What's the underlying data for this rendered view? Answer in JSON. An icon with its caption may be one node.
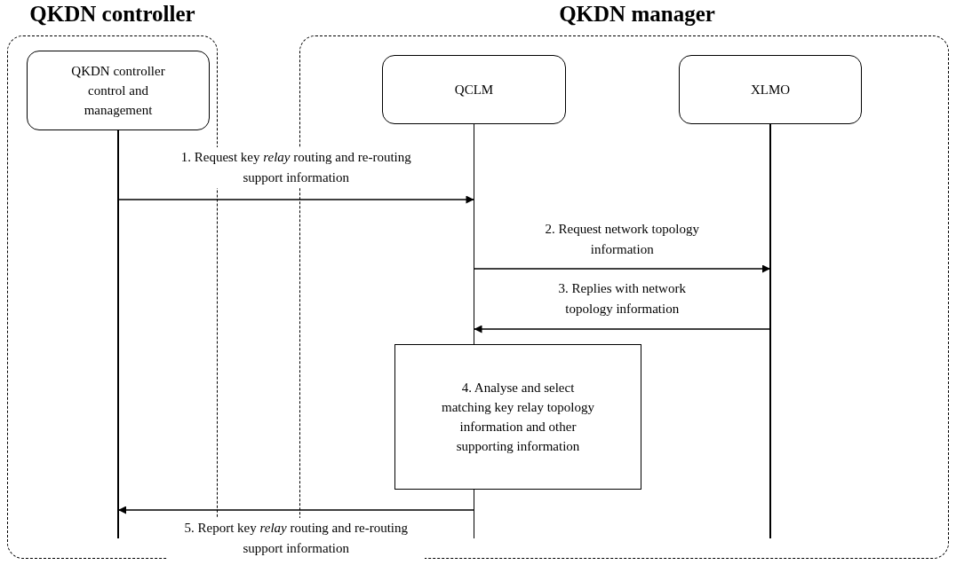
{
  "diagram": {
    "nodes": [
      {
        "text": [
          "QKDN controller"
        ]
      },
      {
        "text": [
          "QKDN manager"
        ]
      },
      {
        "text": [
          "QKDN controller control and management"
        ],
        "in": 0
      },
      {
        "text": [
          "QCLM"
        ],
        "in": 1
      },
      {
        "text": [
          "XLMO"
        ],
        "in": 1
      },
      {
        "text": [
          "4. Analyse and select matching key relay topology information and other supporting information"
        ],
        "in": 1
      }
    ],
    "edges": [
      {
        "from": 2,
        "to": 3,
        "arrow": "to",
        "label": "1. Request key *relay* routing and re-routing support information"
      },
      {
        "from": 3,
        "to": 4,
        "arrow": "to",
        "label": "2. Request network topology information"
      },
      {
        "from": 4,
        "to": 3,
        "arrow": "to",
        "label": "3. Replies with network topology information"
      },
      {
        "from": 3,
        "to": 2,
        "arrow": "to",
        "label": "5. Report key *relay* routing and re-routing support information"
      }
    ]
  }
}
